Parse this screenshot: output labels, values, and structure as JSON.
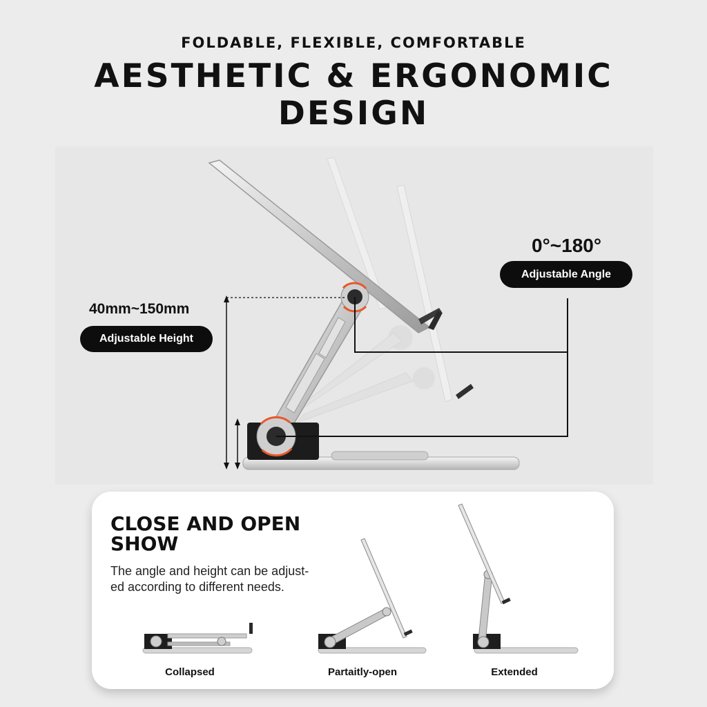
{
  "header": {
    "kicker": "FOLDABLE, FLEXIBLE, COMFORTABLE",
    "headline_line1": "AESTHETIC & ERGONOMIC",
    "headline_line2": "DESIGN"
  },
  "specs": {
    "height_range": "40mm~150mm",
    "height_label": "Adjustable Height",
    "angle_range": "0°~180°",
    "angle_label": "Adjustable Angle"
  },
  "card": {
    "title_line1": "CLOSE AND OPEN",
    "title_line2": "SHOW",
    "description_line1": "The angle and height can be adjust-",
    "description_line2": "ed according to different needs.",
    "states": [
      "Collapsed",
      "Partaitly-open",
      "Extended"
    ]
  },
  "colors": {
    "background": "#ececec",
    "pill": "#0d0d0d",
    "accent": "#e8572a",
    "metal": "#c9c9c9"
  },
  "icons": [
    "rotation-arrows-icon"
  ]
}
